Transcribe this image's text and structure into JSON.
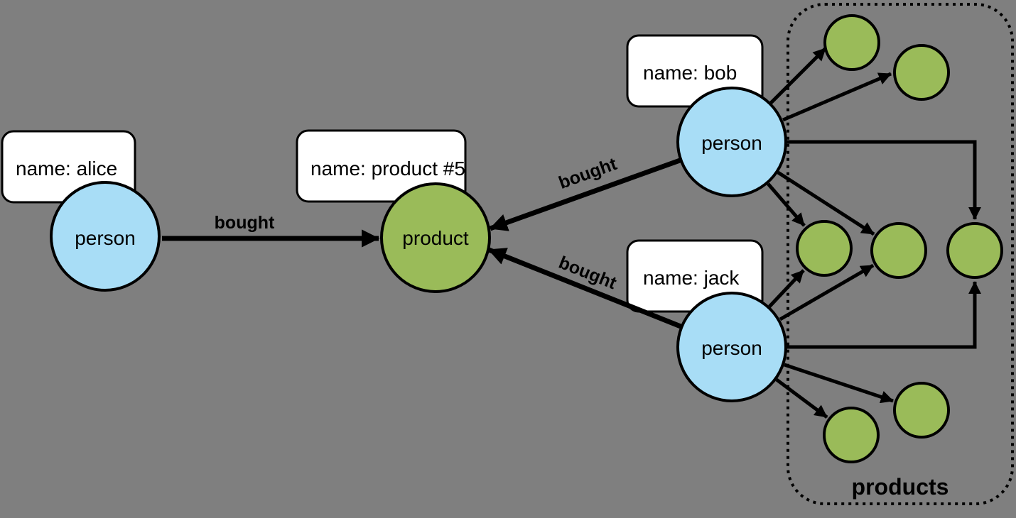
{
  "diagram": {
    "background_color": "#7f7f7f",
    "colors": {
      "person_fill": "#a8ddf6",
      "product_fill": "#9abb59",
      "node_border": "#000000",
      "edge_color": "#000000",
      "label_box_fill": "#ffffff",
      "text_color": "#000000"
    },
    "nodes": {
      "alice": {
        "label": "person",
        "property": "name: alice"
      },
      "bob": {
        "label": "person",
        "property": "name: bob"
      },
      "jack": {
        "label": "person",
        "property": "name: jack"
      },
      "product5": {
        "label": "product",
        "property": "name: product #5"
      }
    },
    "edges": {
      "alice_bought_label": "bought",
      "bob_bought_label": "bought",
      "jack_bought_label": "bought"
    },
    "products_group": {
      "label": "products",
      "unnamed_product_count": 7
    }
  }
}
